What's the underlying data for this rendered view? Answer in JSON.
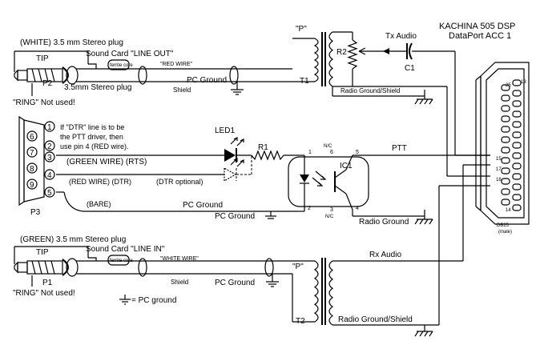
{
  "header": {
    "device_line1": "KACHINA 505 DSP",
    "device_line2": "DataPort  ACC 1"
  },
  "top_plug": {
    "title": "(WHITE) 3.5 mm Stereo plug",
    "tip": "TIP",
    "sound_card": "Sound Card \"LINE OUT\"",
    "wire": "\"RED WIRE\"",
    "ferrite": "ferrite core",
    "label": "P2",
    "ring_note": "\"RING\" Not used!",
    "lower_caption": "3.5mm Stereo plug"
  },
  "top_circuit": {
    "p_mark": "\"P\"",
    "transformer": "T1",
    "pot": "R2",
    "tx_audio": "Tx Audio",
    "cap": "C1",
    "pc_ground": "PC Ground",
    "shield": "Shield",
    "radio_ground": "Radio Ground/Shield"
  },
  "db9": {
    "label": "P3",
    "pins": [
      "1",
      "2",
      "3",
      "4",
      "5",
      "6",
      "7",
      "8",
      "9"
    ],
    "note_line1": "If \"DTR\" line is to be",
    "note_line2": "the PTT driver, then",
    "note_line3": "use pin 4 (RED wire).",
    "green_wire": "(GREEN WIRE) (RTS)",
    "red_wire": "(RED WIRE) (DTR)",
    "dtr_optional": "(DTR optional)",
    "bare": "(BARE)"
  },
  "middle_circuit": {
    "led": "LED1",
    "resistor": "R1",
    "ic": "IC1",
    "nc_top": "N/C",
    "nc_bottom": "N/C",
    "pin1": "1",
    "pin2": "2",
    "pin3": "3",
    "pin4": "4",
    "pin5": "5",
    "pin6": "6",
    "ptt": "PTT",
    "pc_ground_upper": "PC Ground",
    "pc_ground_lower": "PC Ground",
    "radio_ground": "Radio Ground"
  },
  "bottom_plug": {
    "title": "(GREEN) 3.5 mm Stereo plug",
    "tip": "TIP",
    "sound_card": "Sound Card \"LINE IN\"",
    "wire": "\"WHITE WIRE\"",
    "ferrite": "ferrite core",
    "label": "P1",
    "ring_note": "\"RING\" Not used!",
    "legend": "= PC ground"
  },
  "bottom_circuit": {
    "p_mark": "\"P\"",
    "transformer": "T2",
    "rx_audio": "Rx Audio",
    "pc_ground": "PC Ground",
    "shield": "Shield",
    "radio_ground": "Radio Ground/Shield"
  },
  "db25": {
    "pin25": "25",
    "pin13": "13",
    "pin15": "15",
    "pin17": "17",
    "pin16": "16",
    "pin14": "14",
    "name": "DB25",
    "gender": "(male)"
  }
}
